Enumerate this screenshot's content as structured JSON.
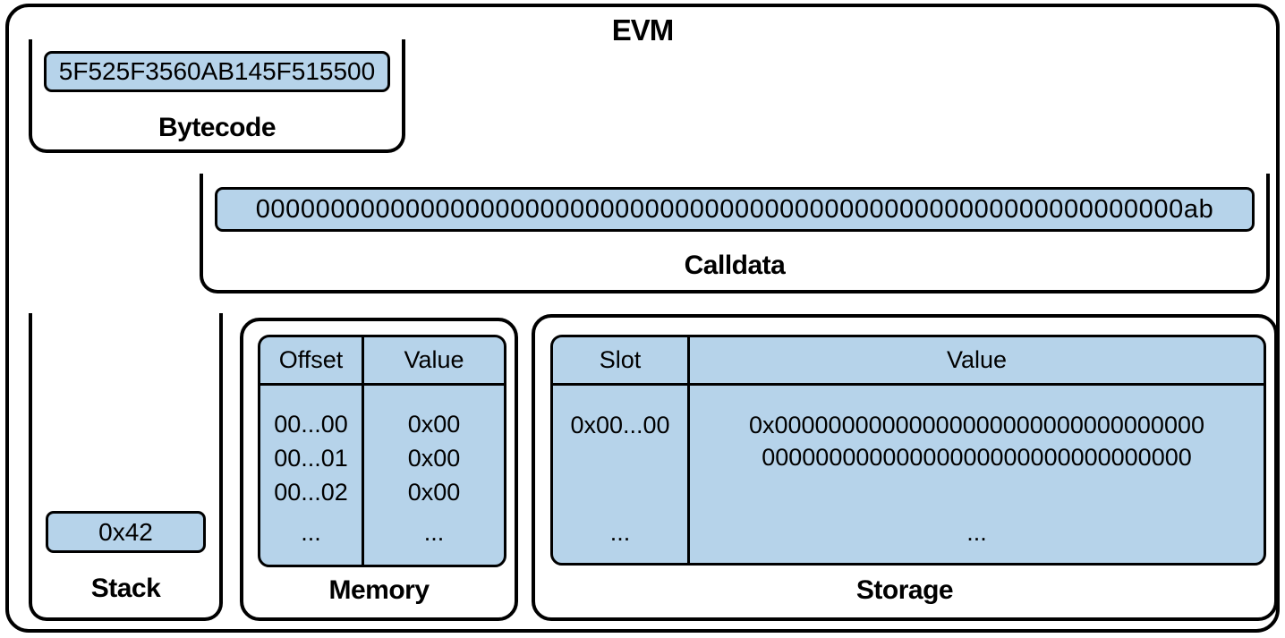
{
  "title": "EVM",
  "colors": {
    "fill_blue": "#b6d3ea",
    "line": "#000000",
    "background": "#ffffff"
  },
  "bytecode": {
    "label": "Bytecode",
    "value": "5F525F3560AB145F515500"
  },
  "calldata": {
    "label": "Calldata",
    "value": "00000000000000000000000000000000000000000000000000000000000000ab"
  },
  "stack": {
    "label": "Stack",
    "items": [
      {
        "value": "0x42"
      }
    ]
  },
  "memory": {
    "label": "Memory",
    "columns": [
      "Offset",
      "Value"
    ],
    "rows": [
      {
        "offset": "00...00",
        "value": "0x00"
      },
      {
        "offset": "00...01",
        "value": "0x00"
      },
      {
        "offset": "00...02",
        "value": "0x00"
      },
      {
        "offset": "...",
        "value": "..."
      }
    ]
  },
  "storage": {
    "label": "Storage",
    "columns": [
      "Slot",
      "Value"
    ],
    "rows": [
      {
        "slot": "0x00...00",
        "value_line1": "0x00000000000000000000000000000000",
        "value_line2": "00000000000000000000000000000000"
      },
      {
        "slot": "...",
        "value": "..."
      }
    ]
  }
}
